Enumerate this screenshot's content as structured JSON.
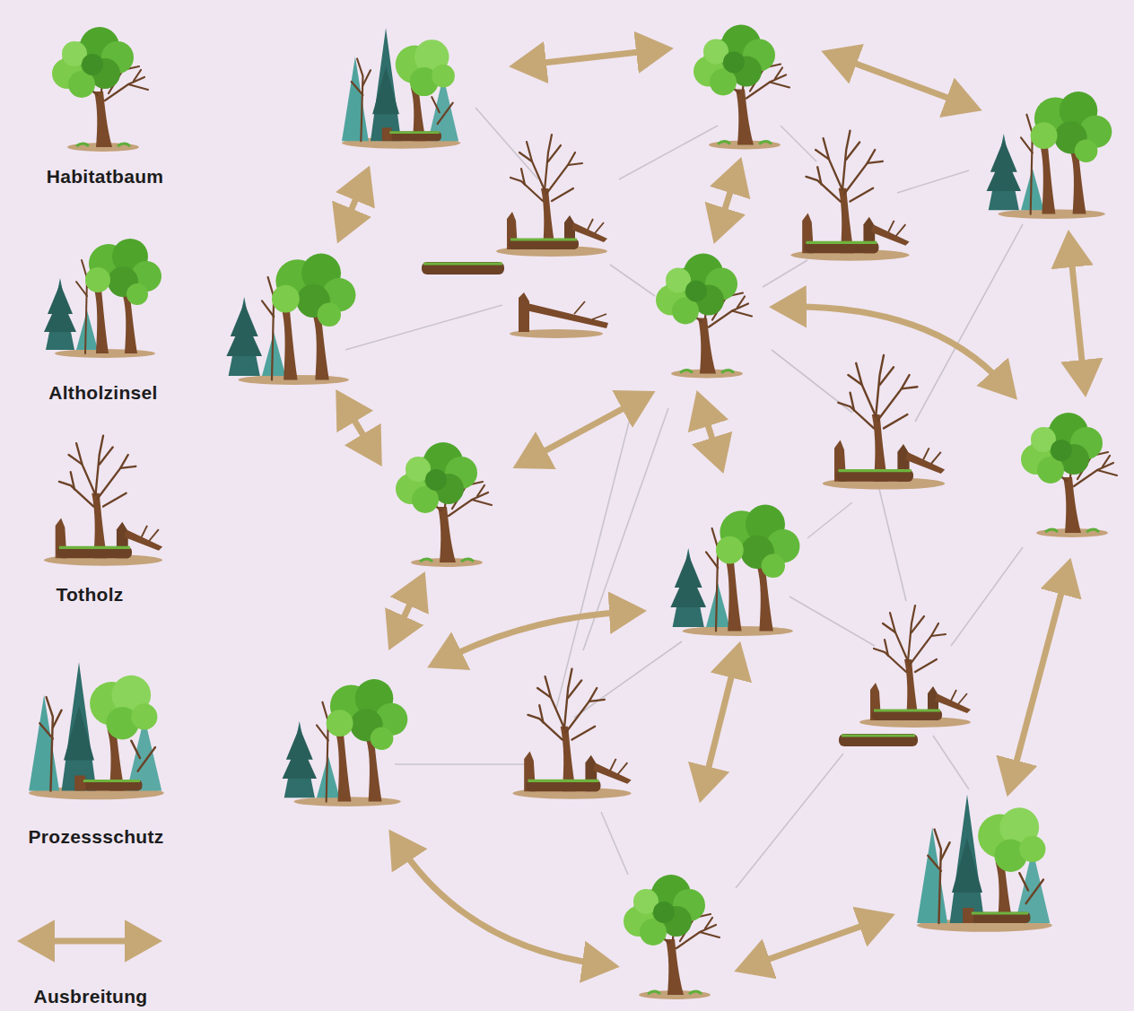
{
  "diagram": {
    "legend": [
      {
        "text": "Habitatbaum"
      },
      {
        "text": "Altholzinsel"
      },
      {
        "text": "Totholz"
      },
      {
        "text": "Prozessschutz"
      },
      {
        "text": "Ausbreitung"
      }
    ]
  }
}
